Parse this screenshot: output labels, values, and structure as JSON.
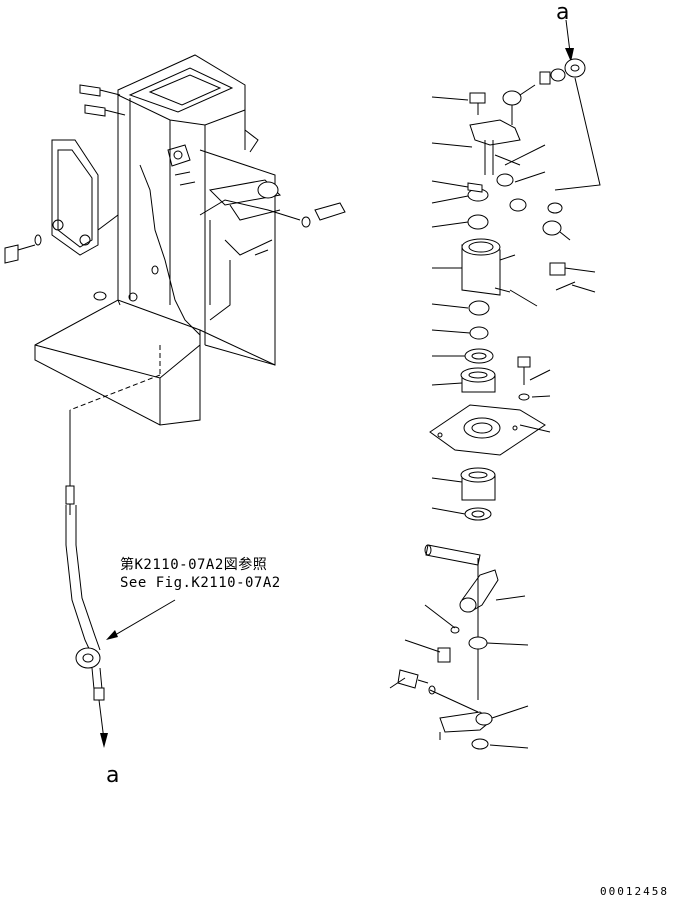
{
  "figure": {
    "reference_text_jp": "第K2110-07A2図参照",
    "reference_text_en": "See Fig.K2110-07A2",
    "connection_label_top": "a",
    "connection_label_bottom": "a",
    "drawing_number": "00012458"
  }
}
